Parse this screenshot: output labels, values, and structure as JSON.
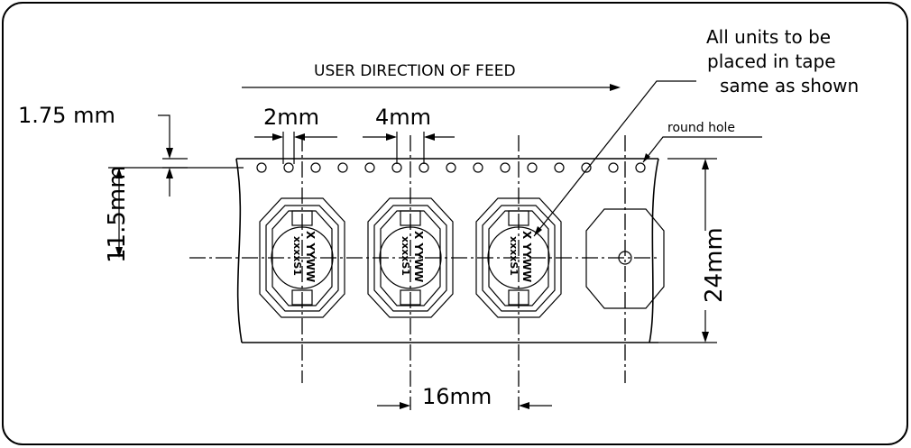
{
  "labels": {
    "feed_direction": "USER DIRECTION OF FEED",
    "note_line1": "All units to be",
    "note_line2": "placed in tape",
    "note_line3": "same as shown",
    "round_hole": "round hole",
    "dim_hole_offset": "1.75 mm",
    "dim_hole_diameter": "2mm",
    "dim_hole_pitch": "4mm",
    "dim_center_offset": "11.5mm",
    "dim_tape_width": "24mm",
    "dim_pocket_pitch": "16mm"
  },
  "unit_marking": {
    "line1": "X YYWW",
    "line2": "xxxxS1"
  },
  "colors": {
    "line": "#000000",
    "background": "#ffffff"
  }
}
